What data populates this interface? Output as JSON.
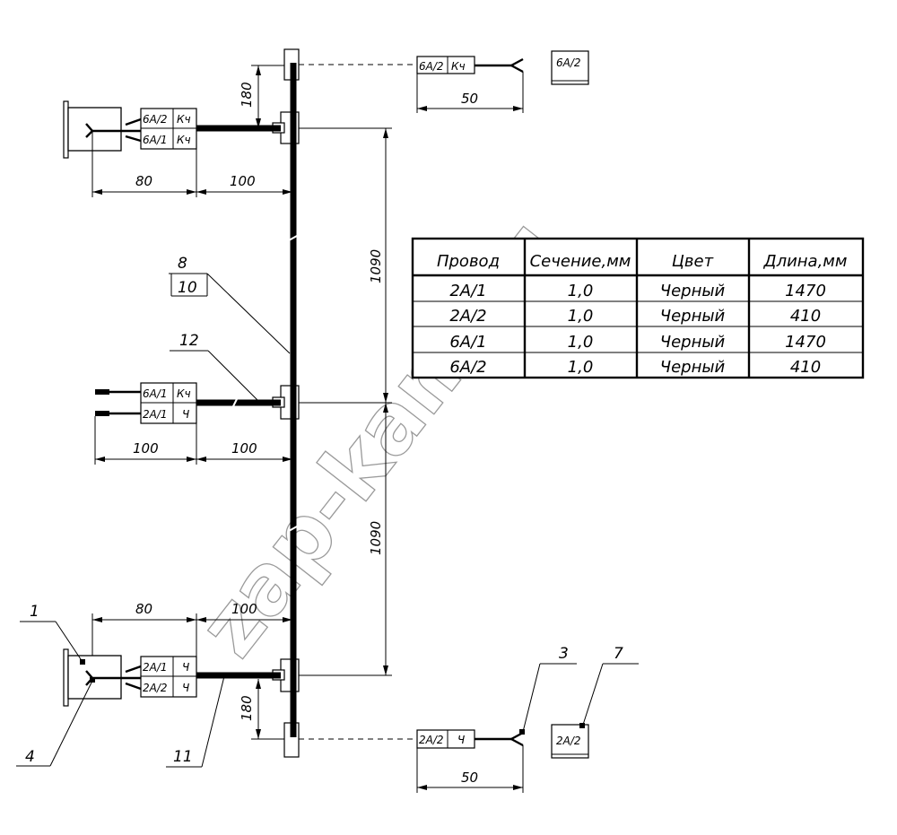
{
  "tags": {
    "top_right": [
      "6A/2",
      "Кч"
    ],
    "top_right_ref": "6A/2",
    "upper_left": [
      [
        "6A/2",
        "Кч"
      ],
      [
        "6A/1",
        "Кч"
      ]
    ],
    "middle_left": [
      [
        "6A/1",
        "Кч"
      ],
      [
        "2A/1",
        "Ч"
      ]
    ],
    "lower_left": [
      [
        "2A/1",
        "Ч"
      ],
      [
        "2A/2",
        "Ч"
      ]
    ],
    "bottom_right": [
      "2A/2",
      "Ч"
    ],
    "bottom_right_ref": "2A/2"
  },
  "dimensions": {
    "top_vertical": "180",
    "top_right_len": "50",
    "upper_left_a": "80",
    "upper_left_b": "100",
    "trunk_upper": "1090",
    "middle_a": "100",
    "middle_b": "100",
    "lower_left_a": "80",
    "lower_left_b": "100",
    "trunk_lower": "1090",
    "bottom_vertical": "180",
    "bottom_right_len": "50"
  },
  "callouts": {
    "c1": "1",
    "c3": "3",
    "c4": "4",
    "c7": "7",
    "c8": "8",
    "c10": "10",
    "c11": "11",
    "c12": "12"
  },
  "wire_table": {
    "headers": [
      "Провод",
      "Сечение,мм",
      "Цвет",
      "Длина,мм"
    ],
    "rows": [
      [
        "2A/1",
        "1,0",
        "Черный",
        "1470"
      ],
      [
        "2A/2",
        "1,0",
        "Черный",
        "410"
      ],
      [
        "6A/1",
        "1,0",
        "Черный",
        "1470"
      ],
      [
        "6A/2",
        "1,0",
        "Черный",
        "410"
      ]
    ]
  },
  "watermark": "zap-kam.ru"
}
